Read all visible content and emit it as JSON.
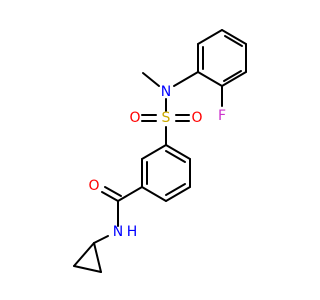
{
  "colors": {
    "carbon_bond": "#000000",
    "nitrogen": "#0000ff",
    "oxygen": "#ff0000",
    "sulfur": "#ccaa00",
    "fluorine": "#cc33cc"
  },
  "atoms": {
    "n_sulfonamide": "N",
    "s_sulfonyl": "S",
    "o_sulfonyl_left": "O",
    "o_sulfonyl_right": "O",
    "f_aryl": "F",
    "o_carbonyl": "O",
    "n_amide": "N",
    "h_amide": "H"
  }
}
